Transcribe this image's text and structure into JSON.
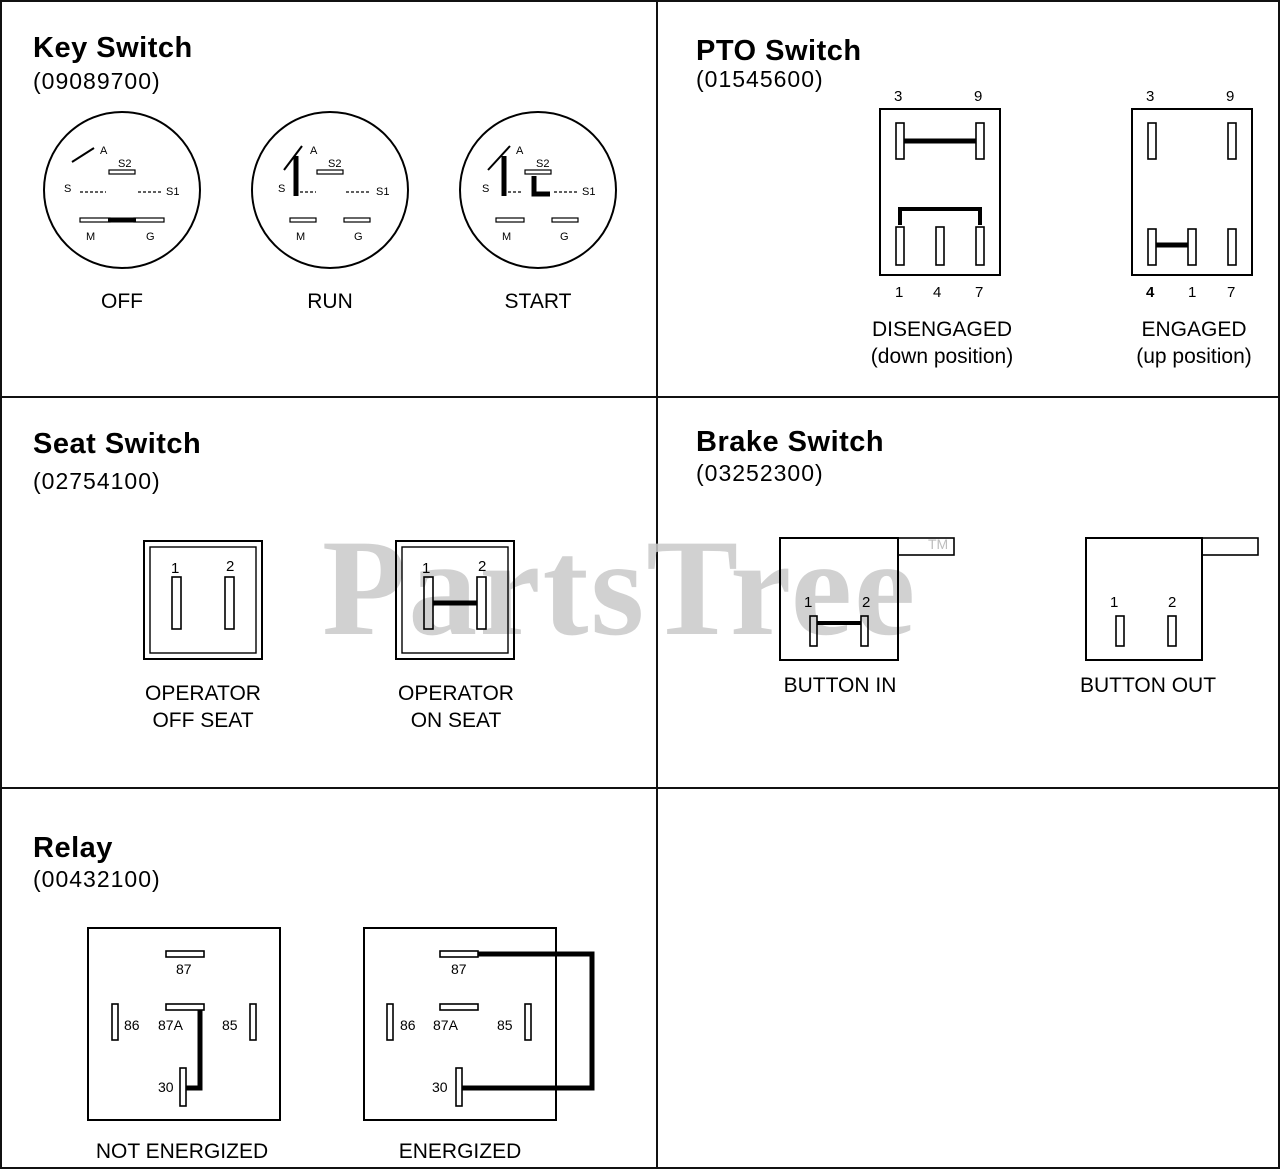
{
  "watermark": "PartsTree",
  "watermark_tm": "TM",
  "key_switch": {
    "title": "Key Switch",
    "part": "(09089700)",
    "terminal_labels": {
      "a": "A",
      "s2": "S2",
      "s": "S",
      "s1": "S1",
      "m": "M",
      "g": "G"
    },
    "positions": [
      "OFF",
      "RUN",
      "START"
    ]
  },
  "pto_switch": {
    "title": "PTO Switch",
    "part": "(01545600)",
    "top_pins": [
      "3",
      "9"
    ],
    "bottom_pins": [
      "1",
      "4",
      "7"
    ],
    "bottom_pins_engaged": [
      "4",
      "1",
      "7"
    ],
    "states": [
      {
        "name": "DISENGAGED",
        "sub": "(down position)"
      },
      {
        "name": "ENGAGED",
        "sub": "(up position)"
      }
    ]
  },
  "seat_switch": {
    "title": "Seat Switch",
    "part": "(02754100)",
    "pins": [
      "1",
      "2"
    ],
    "states": [
      {
        "line1": "OPERATOR",
        "line2": "OFF SEAT"
      },
      {
        "line1": "OPERATOR",
        "line2": "ON SEAT"
      }
    ]
  },
  "brake_switch": {
    "title": "Brake  Switch",
    "part": "(03252300)",
    "pins": [
      "1",
      "2"
    ],
    "states": [
      "BUTTON IN",
      "BUTTON OUT"
    ]
  },
  "relay": {
    "title": "Relay",
    "part": "(00432100)",
    "pins": {
      "p87": "87",
      "p86": "86",
      "p87a": "87A",
      "p85": "85",
      "p30": "30"
    },
    "states": [
      "NOT ENERGIZED",
      "ENERGIZED"
    ]
  }
}
